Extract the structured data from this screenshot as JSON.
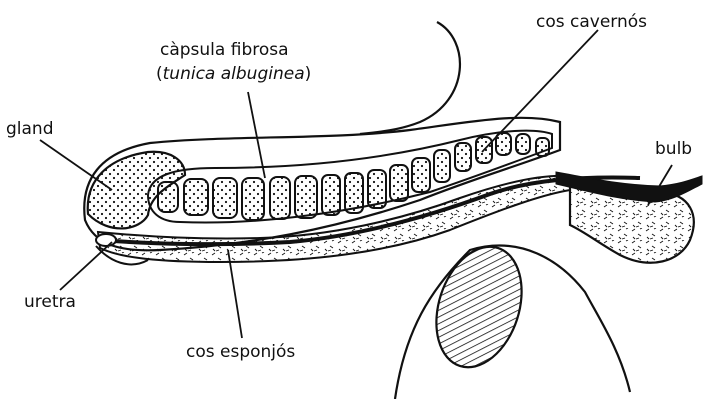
{
  "labels": {
    "cos_cavernos": "cos cavernós",
    "capsula_fibrosa": "càpsula fibrosa",
    "tunica_albuginea": "tunica albuginea",
    "gland": "gland",
    "bulb": "bulb",
    "uretra": "uretra",
    "cos_esponjos": "cos esponjós"
  },
  "colors": {
    "ink": "#111111",
    "paper": "#ffffff"
  }
}
